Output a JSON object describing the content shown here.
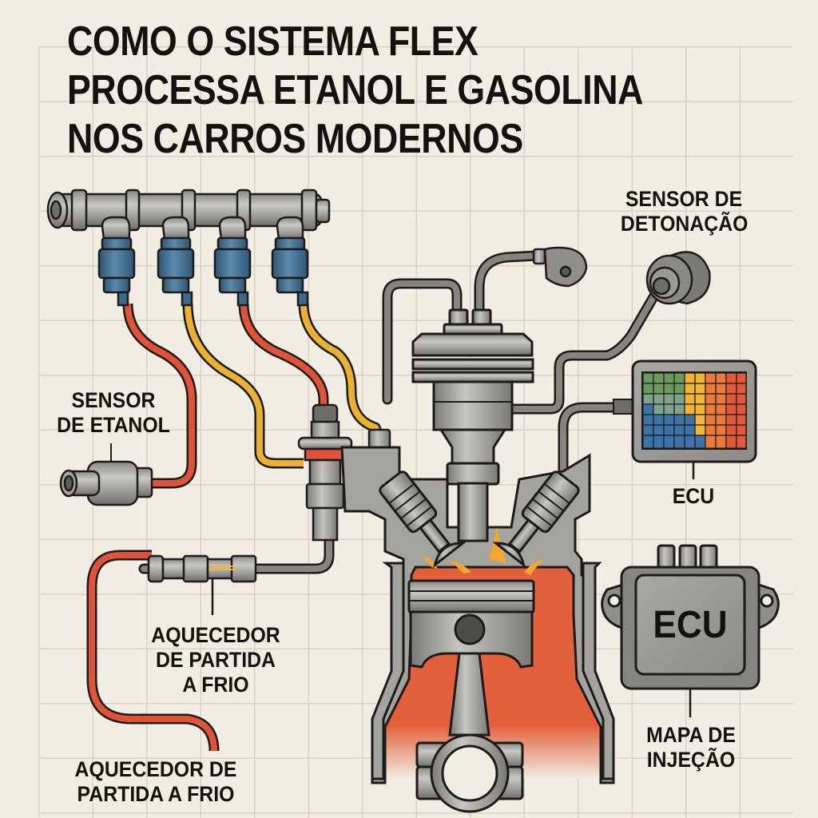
{
  "title": {
    "lines": [
      "COMO O SISTEMA FLEX",
      "PROCESSA ETANOL E GASOLINA",
      "NOS CARROS MODERNOS"
    ]
  },
  "labels": {
    "knock_sensor": [
      "SENSOR DE",
      "DETONAÇÃO"
    ],
    "ethanol_sensor": [
      "SENSOR",
      "DE ETANOL"
    ],
    "ecu_display": [
      "ECU"
    ],
    "ecu_module_text": "ECU",
    "injection_map": [
      "MAPA DE",
      "INJEÇÃO"
    ],
    "cold_start_heater_inline": [
      "AQUECEDOR",
      "DE PARTIDA",
      "A FRIO"
    ],
    "cold_start_heater_line": [
      "AQUECEDOR DE",
      "PARTIDA A FRIO"
    ]
  },
  "components": {
    "fuel_rail": {
      "injectors": 4,
      "hose_colors": [
        "#e0523a",
        "#eab132",
        "#e0523a",
        "#eab132"
      ]
    },
    "ecu_map_grid": {
      "rows": 7,
      "cols": 10,
      "colors": {
        "green": "#6b9a5e",
        "teal": "#7fa38c",
        "blue": "#3d73a8",
        "yellow": "#f0b534",
        "orange": "#ec7a3e",
        "red": "#e05a3a"
      }
    }
  },
  "colors": {
    "background": "#f2ede2",
    "grid": "#d9d1c1",
    "metal": "#9a9996",
    "metal_dark": "#6e6d6a",
    "outline": "#1d1b19",
    "red_hose": "#e0523a",
    "yellow_hose": "#eab132",
    "injector_blue": "#3c6a8c",
    "combustion": "#e2603c",
    "flame": "#f4a72a"
  }
}
